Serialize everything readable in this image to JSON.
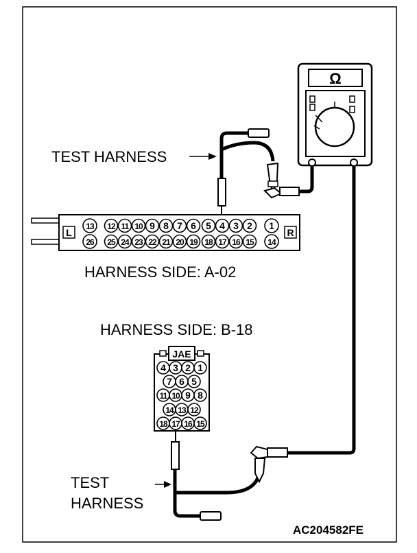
{
  "labels": {
    "test_harness_top": "TEST HARNESS",
    "harness_side_a": "HARNESS SIDE: A-02",
    "harness_side_b": "HARNESS SIDE: B-18",
    "test_harness_bottom_line1": "TEST",
    "test_harness_bottom_line2": "HARNESS",
    "figure_code": "AC204582FE"
  },
  "multimeter": {
    "display_symbol": "Ω"
  },
  "connector_a02": {
    "left_marker": "L",
    "right_marker": "R",
    "top_pins": [
      "13",
      "12",
      "11",
      "10",
      "9",
      "8",
      "7",
      "6",
      "5",
      "4",
      "3",
      "2",
      "1"
    ],
    "bottom_pins": [
      "26",
      "25",
      "24",
      "23",
      "22",
      "21",
      "20",
      "19",
      "18",
      "17",
      "16",
      "15",
      "14"
    ]
  },
  "connector_b18": {
    "brand": "JAE",
    "rows": [
      [
        "4",
        "3",
        "2",
        "1"
      ],
      [
        "7",
        "6",
        "5"
      ],
      [
        "11",
        "10",
        "9",
        "8"
      ],
      [
        "14",
        "13",
        "12"
      ],
      [
        "18",
        "17",
        "16",
        "15"
      ]
    ]
  }
}
